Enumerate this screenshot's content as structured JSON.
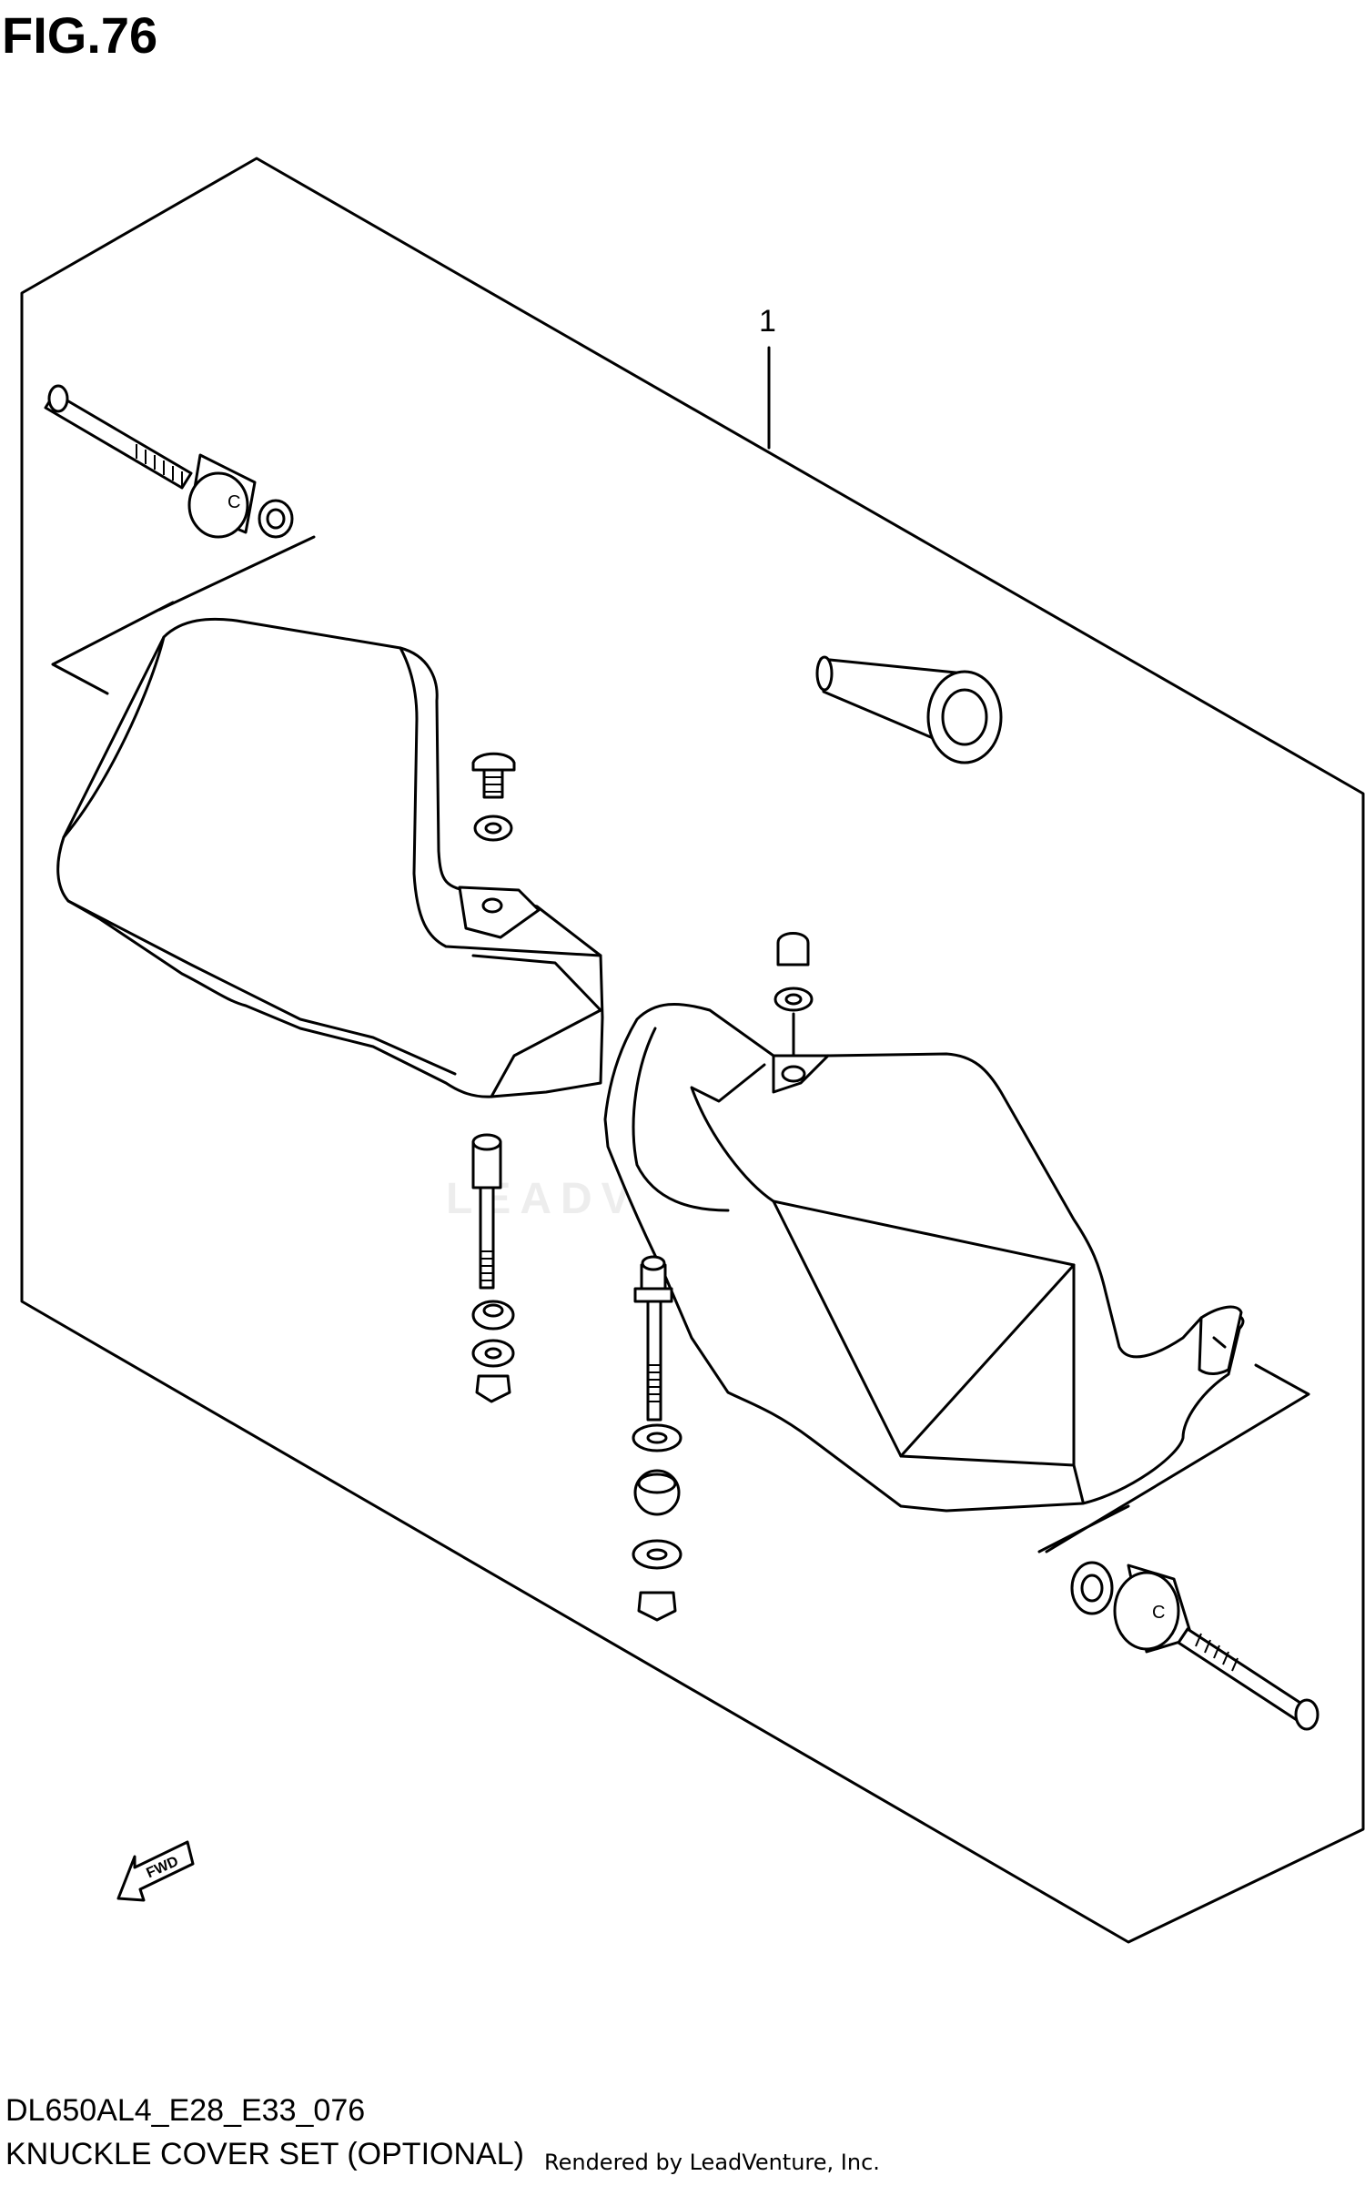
{
  "figure": {
    "title": "FIG.76"
  },
  "diagram": {
    "callouts": [
      {
        "label": "1"
      }
    ],
    "fwd_label": "FWD",
    "watermark": "LEADVENTURE"
  },
  "footer": {
    "code": "DL650AL4_E28_E33_076",
    "caption": "KNUCKLE COVER SET (OPTIONAL)",
    "rendered_by": "Rendered by LeadVenture, Inc."
  },
  "icons": {
    "direction": "fwd-arrow-icon"
  }
}
